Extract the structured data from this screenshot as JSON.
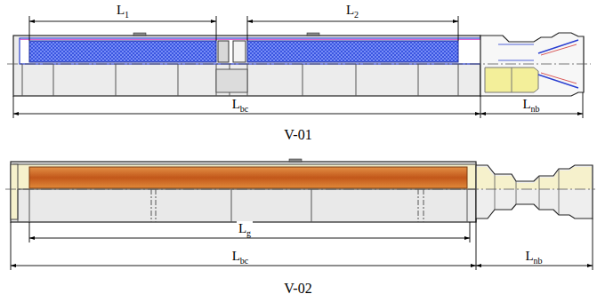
{
  "diagram": {
    "labels": [
      "L1",
      "L2",
      "Lbc",
      "Lnb",
      "V-01",
      "Lg",
      "Lbc",
      "Lnb",
      "V-02"
    ]
  }
}
